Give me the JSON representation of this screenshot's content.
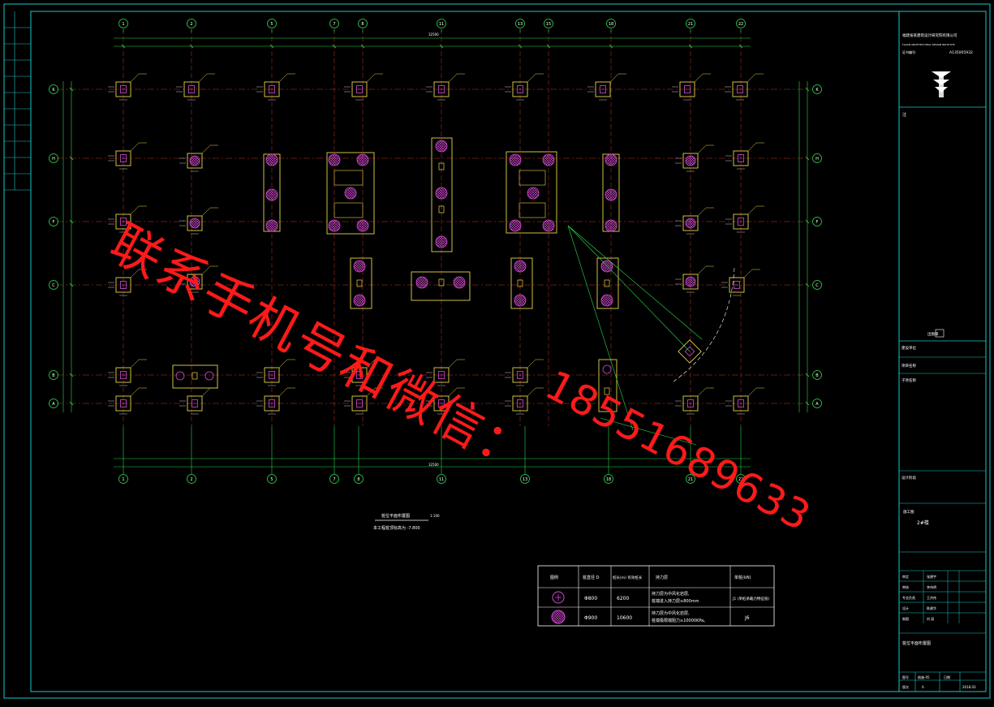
{
  "colors": {
    "background": "#000000",
    "frame": "#19c9c9",
    "grid": "#2bd94a",
    "axisline": "#c0392b",
    "column": "#e6d34a",
    "pile": "#d54bd5",
    "text": "#ffffff",
    "note": "#19c9ff",
    "watermark": "#ff1a1a"
  },
  "top_axes": [
    "1",
    "2",
    "5",
    "7",
    "8",
    "11",
    "13",
    "15",
    "18",
    "21",
    "22"
  ],
  "bottom_axes": [
    "1",
    "2",
    "5",
    "7",
    "8",
    "11",
    "13",
    "18",
    "21",
    "22"
  ],
  "row_axes": [
    "K",
    "H",
    "F",
    "C",
    "B",
    "A"
  ],
  "overall_dim": "32500",
  "watermark": {
    "cn": "联系手机号和微信：",
    "number": "18551689633"
  },
  "drawing": {
    "caption": "桩位平面布置图",
    "caption_scale": "1:100",
    "subcaption": "本工程桩顶标高为 -7.800"
  },
  "legend": {
    "headers": [
      "图例",
      "桩直径 D",
      "桩长(m) 有效桩长",
      "持力层",
      "单桩(kN)"
    ],
    "rows": [
      {
        "symbol": "pile-cross-icon",
        "dia": "Φ800",
        "len": "6200",
        "desc_1": "持力层为中风化岩层,",
        "desc_2": "桩端进入持力层≥800mm",
        "cap": "J1 (单桩承载力特征值)"
      },
      {
        "symbol": "pile-hatch-icon",
        "dia": "Φ900",
        "len": "10600",
        "desc_1": "持力层为中风化岩层,",
        "desc_2": "桩端极限端阻力≥10000KPa。",
        "cap": "J6"
      }
    ]
  },
  "title_block": {
    "company": "福建省某建筑设计研究院有限公司",
    "company_en": "FUJIAN ARCHITECTURAL DESIGN INSTITUTE",
    "cert": "A135005932",
    "cert_label": "证书编号:",
    "note_label": "注",
    "stamp_label": "出图章",
    "owner_label": "建设单位",
    "project_label": "项目名称",
    "subitem_label": "子项名称",
    "subitem": "2#楼",
    "stage_label": "设计阶段",
    "stage": "施工图",
    "roles": [
      {
        "role": "审定",
        "name": "张建宇"
      },
      {
        "role": "审核",
        "name": "李伟明"
      },
      {
        "role": "专业负责",
        "name": "王洪伟"
      },
      {
        "role": "设计",
        "name": "陈建华"
      },
      {
        "role": "制图",
        "name": "刘 丽"
      }
    ],
    "sheet_title": "桩位平面布置图",
    "sheet_no_label": "图号",
    "sheet_no": "结施-05",
    "ver_label": "版次",
    "ver": "A",
    "date_label": "日期",
    "date": "2018.03"
  }
}
